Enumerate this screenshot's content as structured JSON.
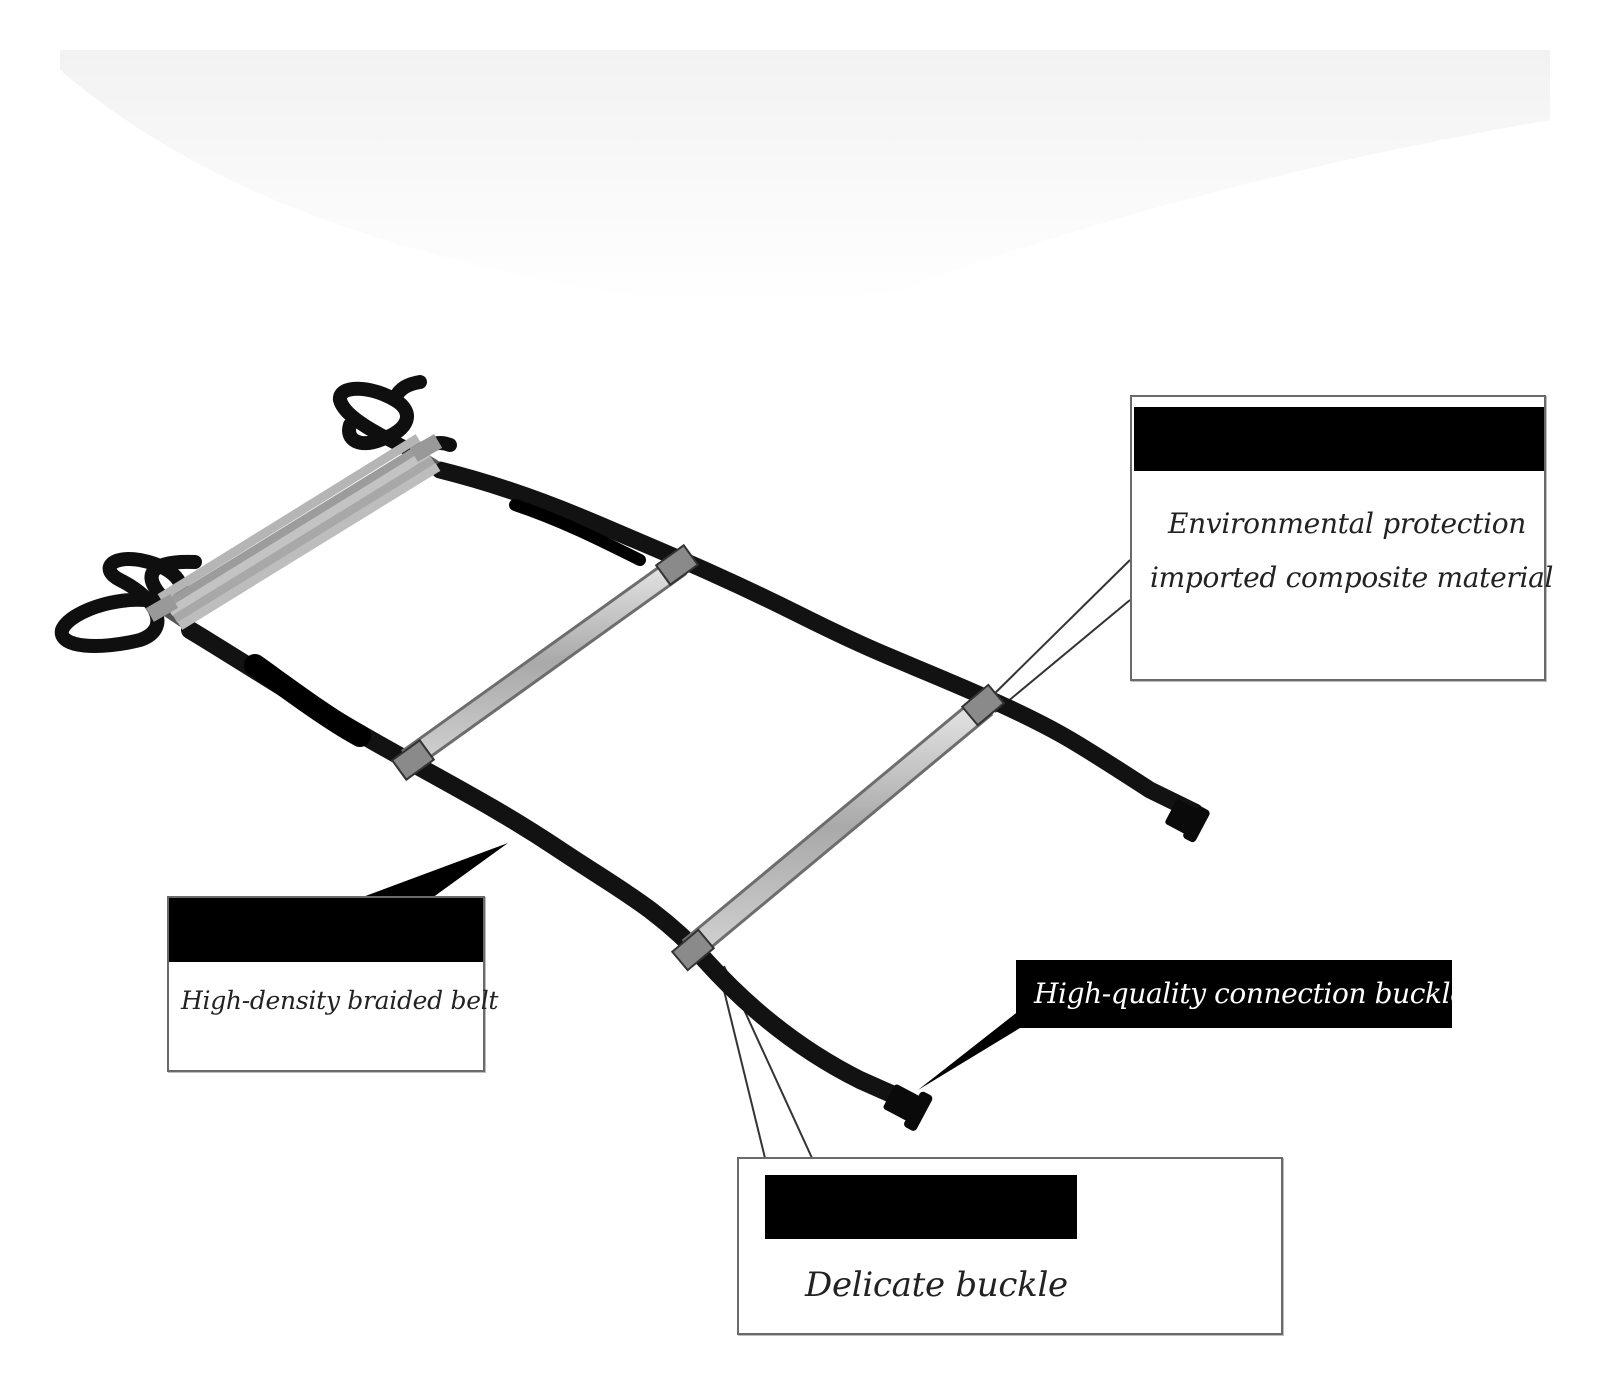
{
  "callouts": {
    "material": {
      "line1": "Environmental protection",
      "line2": "imported composite material"
    },
    "belt": {
      "text": "High-density braided belt"
    },
    "buckle": {
      "text": "Delicate buckle"
    },
    "connection": {
      "text": "High-quality connection buckle"
    }
  },
  "colors": {
    "strap": "#121212",
    "rung": "#b9b9b9",
    "background": "#ffffff"
  }
}
